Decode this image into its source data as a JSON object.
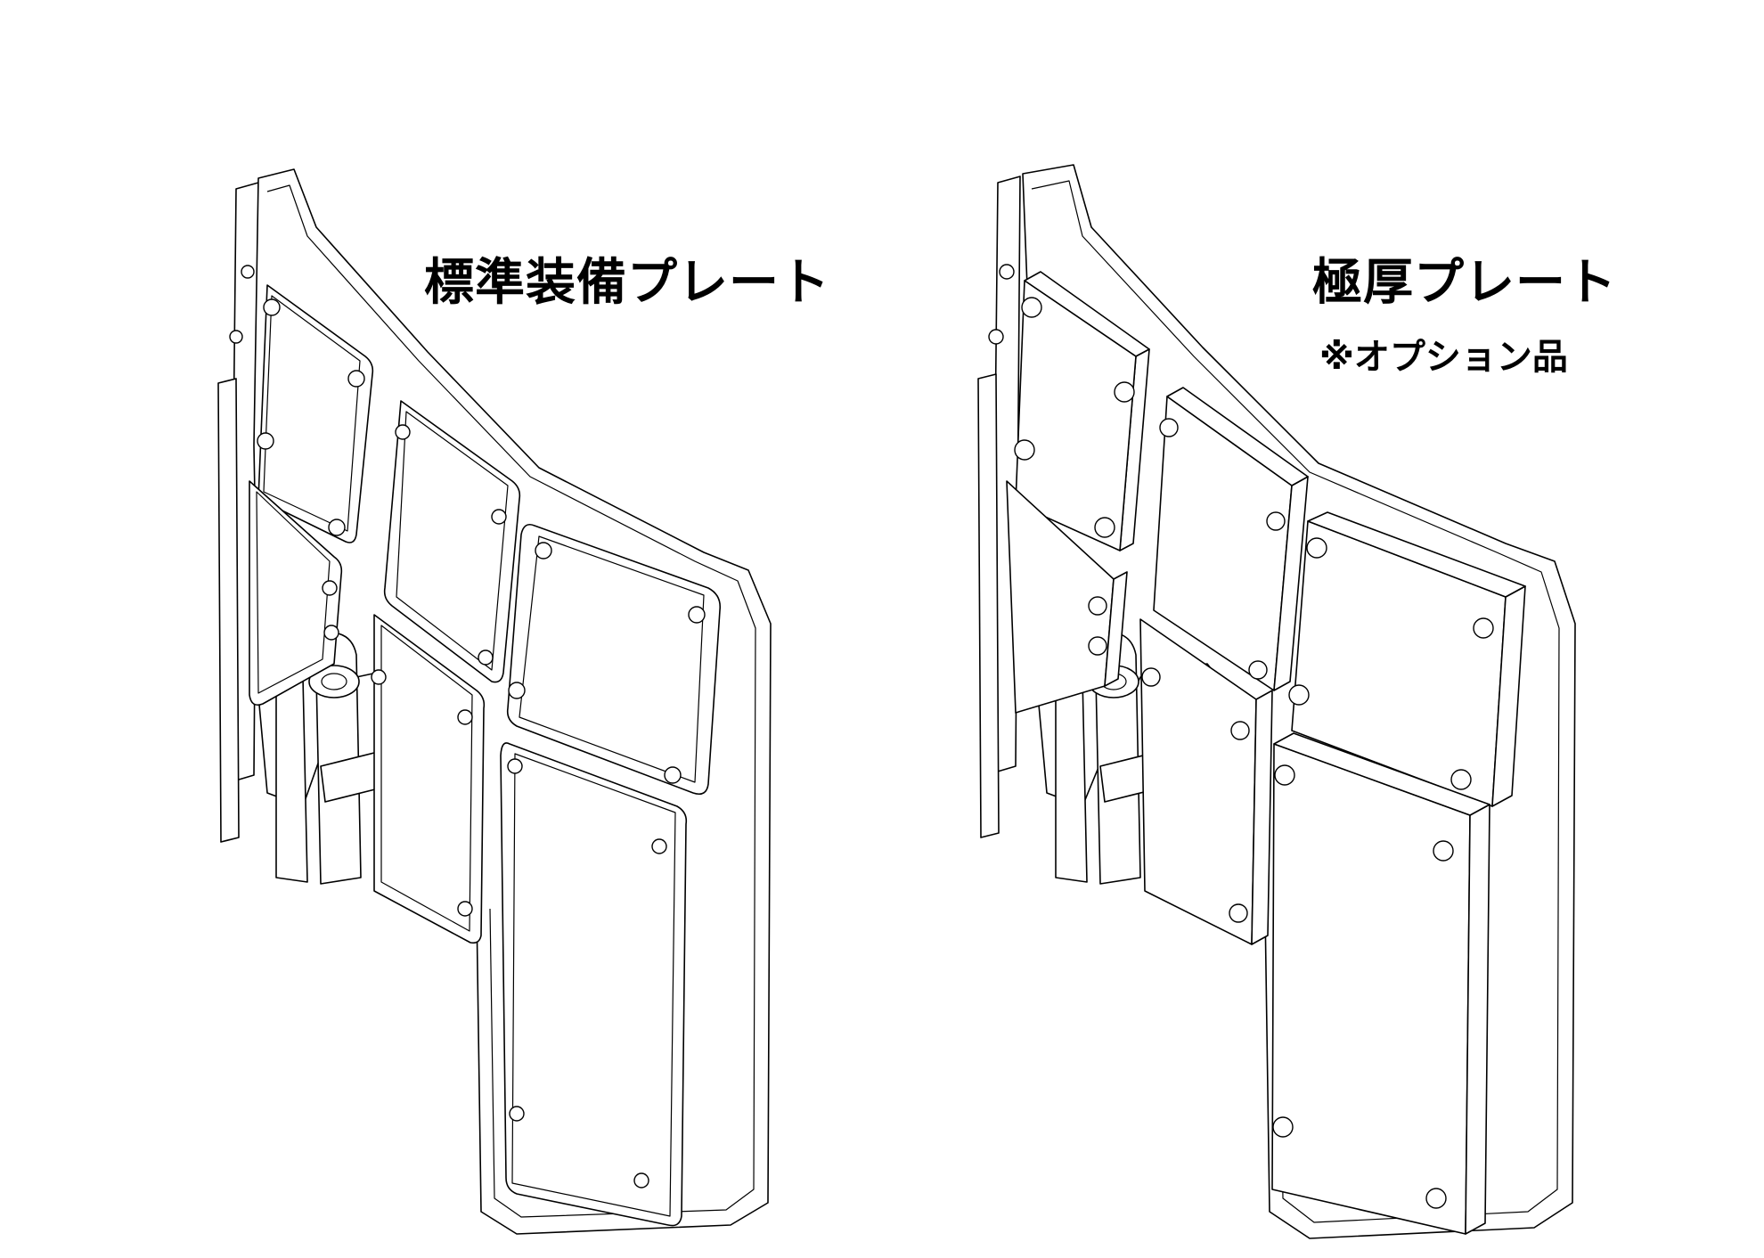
{
  "labels": {
    "standard_plate": "標準装備プレート",
    "thick_plate": "極厚プレート",
    "option_note": "※オプション品"
  },
  "colors": {
    "line": "#000000",
    "background": "#ffffff"
  }
}
